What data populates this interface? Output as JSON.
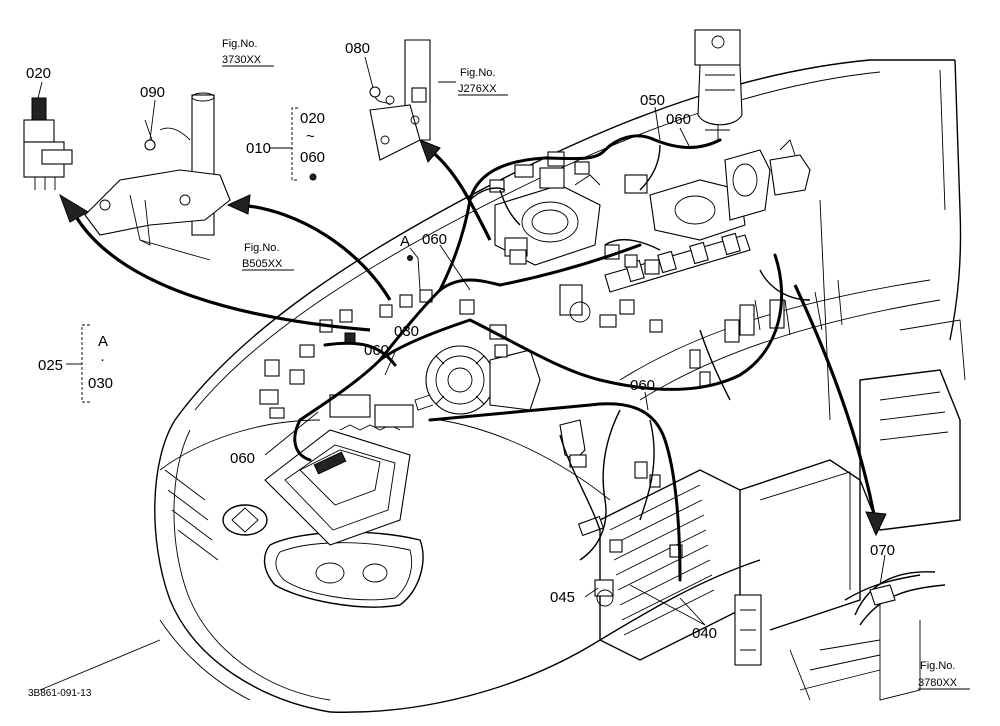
{
  "document_code": "3B861-091-13",
  "callouts": {
    "c020_fuse": "020",
    "c090": "090",
    "c080": "080",
    "c050": "050",
    "c060_top": "060",
    "c010": "010",
    "bracket_010_top": "020",
    "bracket_010_tilde": "~",
    "bracket_010_bottom": "060",
    "c025": "025",
    "bracket_025_top": "A",
    "bracket_025_dot": "·",
    "bracket_025_bottom": "030",
    "c_A": "A",
    "c060_mid": "060",
    "c030": "030",
    "c060_center": "060",
    "c060_right": "060",
    "c060_left": "060",
    "c045": "045",
    "c040": "040",
    "c070": "070"
  },
  "figure_refs": [
    {
      "prefix": "Fig.No.",
      "number": "3730XX"
    },
    {
      "prefix": "Fig.No.",
      "number": "J276XX"
    },
    {
      "prefix": "Fig.No.",
      "number": "B505XX"
    },
    {
      "prefix": "Fig.No.",
      "number": "3780XX"
    }
  ]
}
